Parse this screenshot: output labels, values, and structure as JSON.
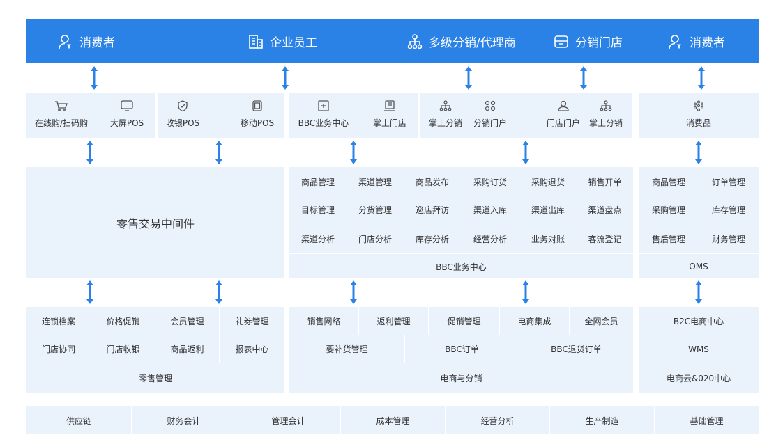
{
  "top_bar": {
    "items": [
      "消费者",
      "企业员工",
      "多级分销/代理商",
      "分销门店",
      "消费者"
    ]
  },
  "channels": {
    "retail_a": [
      "在线购/扫码购",
      "大屏POS"
    ],
    "retail_b": [
      "收银POS",
      "移动POS"
    ],
    "bbc": [
      "BBC业务中心",
      "掌上门店"
    ],
    "distributor": [
      "掌上分销",
      "分销门户"
    ],
    "store": [
      "门店门户",
      "掌上分销"
    ],
    "consumer": [
      "消费品"
    ]
  },
  "middle": {
    "retail_title": "零售交易中间件",
    "bbc_grid": [
      [
        "商品管理",
        "渠道管理",
        "商品发布",
        "采购订货",
        "采购退货",
        "销售开单"
      ],
      [
        "目标管理",
        "分货管理",
        "巡店拜访",
        "渠道入库",
        "渠道出库",
        "渠道盘点"
      ],
      [
        "渠道分析",
        "门店分析",
        "库存分析",
        "经营分析",
        "业务对账",
        "客流登记"
      ]
    ],
    "bbc_footer": "BBC业务中心",
    "oms_grid": [
      [
        "商品管理",
        "订单管理"
      ],
      [
        "采购管理",
        "库存管理"
      ],
      [
        "售后管理",
        "财务管理"
      ]
    ],
    "oms_footer": "OMS"
  },
  "bottom": {
    "retail_grid": [
      [
        "连锁档案",
        "价格促销",
        "会员管理",
        "礼券管理"
      ],
      [
        "门店协同",
        "门店收银",
        "商品返利",
        "报表中心"
      ]
    ],
    "retail_footer": "零售管理",
    "ecom_row1": [
      "销售网络",
      "返利管理",
      "促销管理",
      "电商集成",
      "全网会员"
    ],
    "ecom_row2": [
      "要补货管理",
      "BBC订单",
      "BBC退货订单"
    ],
    "ecom_footer": "电商与分销",
    "o2o": [
      "B2C电商中心",
      "WMS"
    ],
    "o2o_footer": "电商云&020中心"
  },
  "foundation": [
    "供应链",
    "财务会计",
    "管理会计",
    "成本管理",
    "经营分析",
    "生产制造",
    "基础管理"
  ],
  "colors": {
    "accent": "#2b82e6",
    "panel": "#eaf2fc"
  }
}
